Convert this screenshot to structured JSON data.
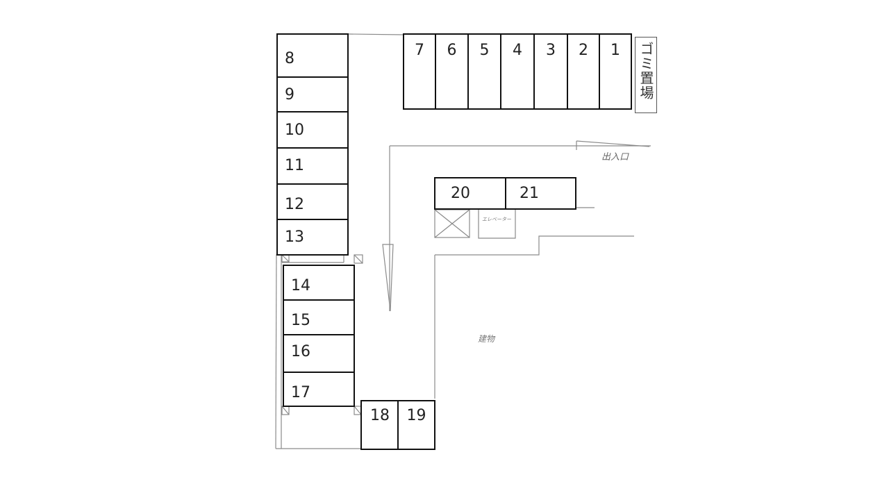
{
  "parking_spots": [
    {
      "id": "spot-1",
      "label": "1"
    },
    {
      "id": "spot-2",
      "label": "2"
    },
    {
      "id": "spot-3",
      "label": "3"
    },
    {
      "id": "spot-4",
      "label": "4"
    },
    {
      "id": "spot-5",
      "label": "5"
    },
    {
      "id": "spot-6",
      "label": "6"
    },
    {
      "id": "spot-7",
      "label": "7"
    },
    {
      "id": "spot-8",
      "label": "8"
    },
    {
      "id": "spot-9",
      "label": "9"
    },
    {
      "id": "spot-10",
      "label": "10"
    },
    {
      "id": "spot-11",
      "label": "11"
    },
    {
      "id": "spot-12",
      "label": "12"
    },
    {
      "id": "spot-13",
      "label": "13"
    },
    {
      "id": "spot-14",
      "label": "14"
    },
    {
      "id": "spot-15",
      "label": "15"
    },
    {
      "id": "spot-16",
      "label": "16"
    },
    {
      "id": "spot-17",
      "label": "17"
    },
    {
      "id": "spot-18",
      "label": "18"
    },
    {
      "id": "spot-19",
      "label": "19"
    },
    {
      "id": "spot-20",
      "label": "20"
    },
    {
      "id": "spot-21",
      "label": "21"
    }
  ],
  "garbage_area": {
    "label": "ゴミ置場"
  },
  "sketch_labels": {
    "entrance": "出入口",
    "elevator": "エレベーター",
    "building": "建物"
  },
  "colors": {
    "outline": "#111111",
    "sketch": "#8a8a8a"
  }
}
